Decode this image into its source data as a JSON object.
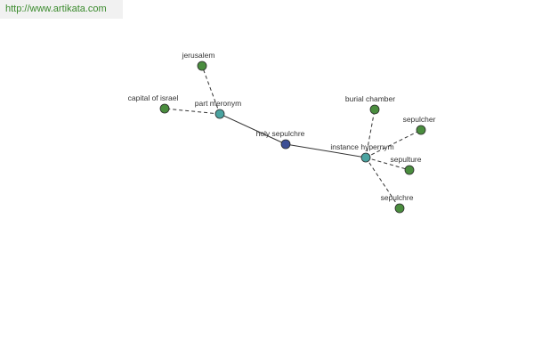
{
  "header": {
    "url": "http://www.artikata.com"
  },
  "colors": {
    "center": "#3d4f95",
    "relation": "#4aa3a0",
    "leaf": "#4a8d3e",
    "edge": "#333333",
    "url_text": "#3a8a2c"
  },
  "nodes": [
    {
      "id": "holy-sepulchre",
      "label": "holy sepulchre",
      "kind": "center"
    },
    {
      "id": "part-meronym",
      "label": "part meronym",
      "kind": "relation"
    },
    {
      "id": "instance-hypernym",
      "label": "instance hypernym",
      "kind": "relation"
    },
    {
      "id": "jerusalem",
      "label": "jerusalem",
      "kind": "leaf"
    },
    {
      "id": "capital-of-israel",
      "label": "capital of israel",
      "kind": "leaf"
    },
    {
      "id": "burial-chamber",
      "label": "burial chamber",
      "kind": "leaf"
    },
    {
      "id": "sepulcher",
      "label": "sepulcher",
      "kind": "leaf"
    },
    {
      "id": "sepulture",
      "label": "sepulture",
      "kind": "leaf"
    },
    {
      "id": "sepulchre",
      "label": "sepulchre",
      "kind": "leaf"
    }
  ],
  "edges": [
    {
      "from": "holy-sepulchre",
      "to": "part-meronym",
      "style": "solid"
    },
    {
      "from": "holy-sepulchre",
      "to": "instance-hypernym",
      "style": "solid"
    },
    {
      "from": "part-meronym",
      "to": "jerusalem",
      "style": "dashed"
    },
    {
      "from": "part-meronym",
      "to": "capital-of-israel",
      "style": "dashed"
    },
    {
      "from": "instance-hypernym",
      "to": "burial-chamber",
      "style": "dashed"
    },
    {
      "from": "instance-hypernym",
      "to": "sepulcher",
      "style": "dashed"
    },
    {
      "from": "instance-hypernym",
      "to": "sepulture",
      "style": "dashed"
    },
    {
      "from": "instance-hypernym",
      "to": "sepulchre",
      "style": "dashed"
    }
  ]
}
